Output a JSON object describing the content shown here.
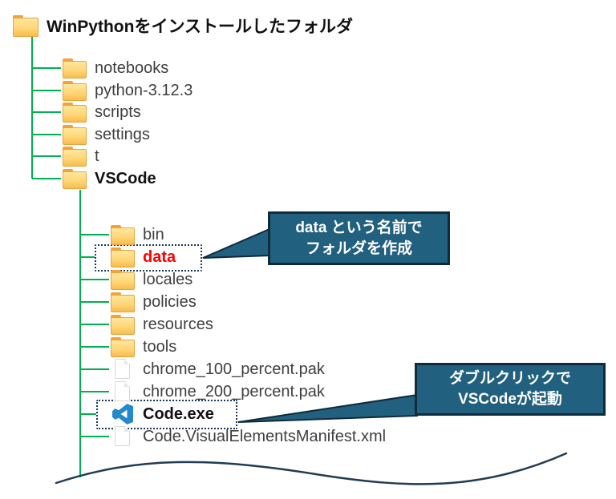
{
  "diagram_title": "WinPythonをインストールしたフォルダ",
  "tree": {
    "root": {
      "label": "WinPythonをインストールしたフォルダ",
      "type": "folder",
      "bold": true
    },
    "level1": [
      {
        "label": "notebooks",
        "type": "folder"
      },
      {
        "label": "python-3.12.3",
        "type": "folder"
      },
      {
        "label": "scripts",
        "type": "folder"
      },
      {
        "label": "settings",
        "type": "folder"
      },
      {
        "label": "t",
        "type": "folder"
      },
      {
        "label": "VSCode",
        "type": "folder",
        "bold": true
      }
    ],
    "level2": [
      {
        "label": "bin",
        "type": "folder"
      },
      {
        "label": "data",
        "type": "folder",
        "highlight": "red-text-dotted-box"
      },
      {
        "label": "locales",
        "type": "folder"
      },
      {
        "label": "policies",
        "type": "folder"
      },
      {
        "label": "resources",
        "type": "folder"
      },
      {
        "label": "tools",
        "type": "folder"
      },
      {
        "label": "chrome_100_percent.pak",
        "type": "file"
      },
      {
        "label": "chrome_200_percent.pak",
        "type": "file"
      },
      {
        "label": "Code.exe",
        "type": "vscode-app",
        "bold": true,
        "highlight": "dotted-box"
      },
      {
        "label": "Code.VisualElementsManifest.xml",
        "type": "file"
      }
    ]
  },
  "callouts": [
    {
      "line1": "data という名前で",
      "line2": "フォルダを作成",
      "points_to": "data"
    },
    {
      "line1": "ダブルクリックで",
      "line2": "VSCodeが起動",
      "points_to": "Code.exe"
    }
  ],
  "icons": {
    "folder": "yellow-folder-shape",
    "file": "white-page-shape",
    "vscode": "blue-vscode-logo"
  },
  "colors": {
    "tree_line": "#00B050",
    "callout_bg": "#21607E",
    "callout_border": "#0F2B3C",
    "highlight_red": "#FF0000",
    "dotted_border": "#17375E",
    "wave_line": "#203C52",
    "vscode_blue": "#2489CA"
  }
}
